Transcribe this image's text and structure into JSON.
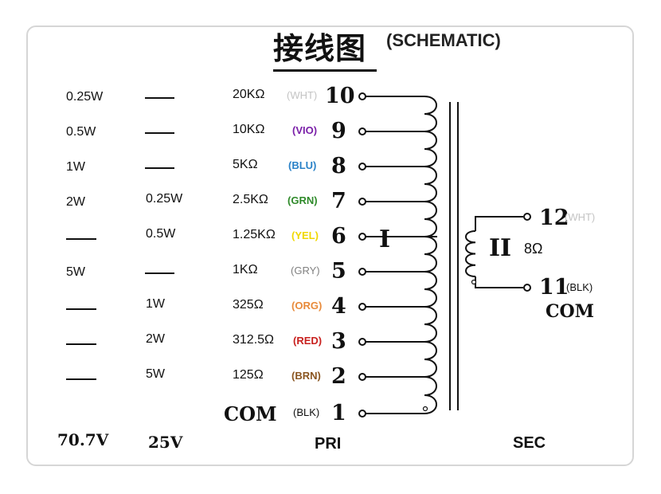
{
  "title": {
    "cn": "接线图",
    "en": "(SCHEMATIC)"
  },
  "rows": [
    {
      "v70": "0.25W",
      "v25": "—",
      "imp": "20KΩ",
      "code": "(WHT)",
      "color": "#c4c4c4",
      "tap": "10"
    },
    {
      "v70": "0.5W",
      "v25": "—",
      "imp": "10KΩ",
      "code": "(VIO)",
      "color": "#7a1fa8",
      "tap": "9"
    },
    {
      "v70": "1W",
      "v25": "—",
      "imp": "5KΩ",
      "code": "(BLU)",
      "color": "#2a82c8",
      "tap": "8"
    },
    {
      "v70": "2W",
      "v25": "0.25W",
      "imp": "2.5KΩ",
      "code": "(GRN)",
      "color": "#2f8a2a",
      "tap": "7"
    },
    {
      "v70": "—",
      "v25": "0.5W",
      "imp": "1.25KΩ",
      "code": "(YEL)",
      "color": "#f0d800",
      "tap": "6"
    },
    {
      "v70": "5W",
      "v25": "—",
      "imp": "1KΩ",
      "code": "(GRY)",
      "color": "#808080",
      "tap": "5"
    },
    {
      "v70": "—",
      "v25": "1W",
      "imp": "325Ω",
      "code": "(ORG)",
      "color": "#e88a3a",
      "tap": "4"
    },
    {
      "v70": "—",
      "v25": "2W",
      "imp": "312.5Ω",
      "code": "(RED)",
      "color": "#c8201e",
      "tap": "3"
    },
    {
      "v70": "—",
      "v25": "5W",
      "imp": "125Ω",
      "code": "(BRN)",
      "color": "#8a5520",
      "tap": "2"
    },
    {
      "v70": "",
      "v25": "",
      "imp": "COM",
      "code": "(BLK)",
      "color": "#111111",
      "tap": "1"
    }
  ],
  "primary": {
    "label": "I"
  },
  "secondary": {
    "label": "II",
    "impedance": "8Ω",
    "top": {
      "tap": "12",
      "code": "(WHT)",
      "color": "#c4c4c4"
    },
    "bottom": {
      "tap": "11",
      "code": "(BLK)",
      "color": "#111111"
    },
    "com": "COM"
  },
  "footer": {
    "v70": "70.7V",
    "v25": "25V",
    "pri": "PRI",
    "sec": "SEC"
  }
}
